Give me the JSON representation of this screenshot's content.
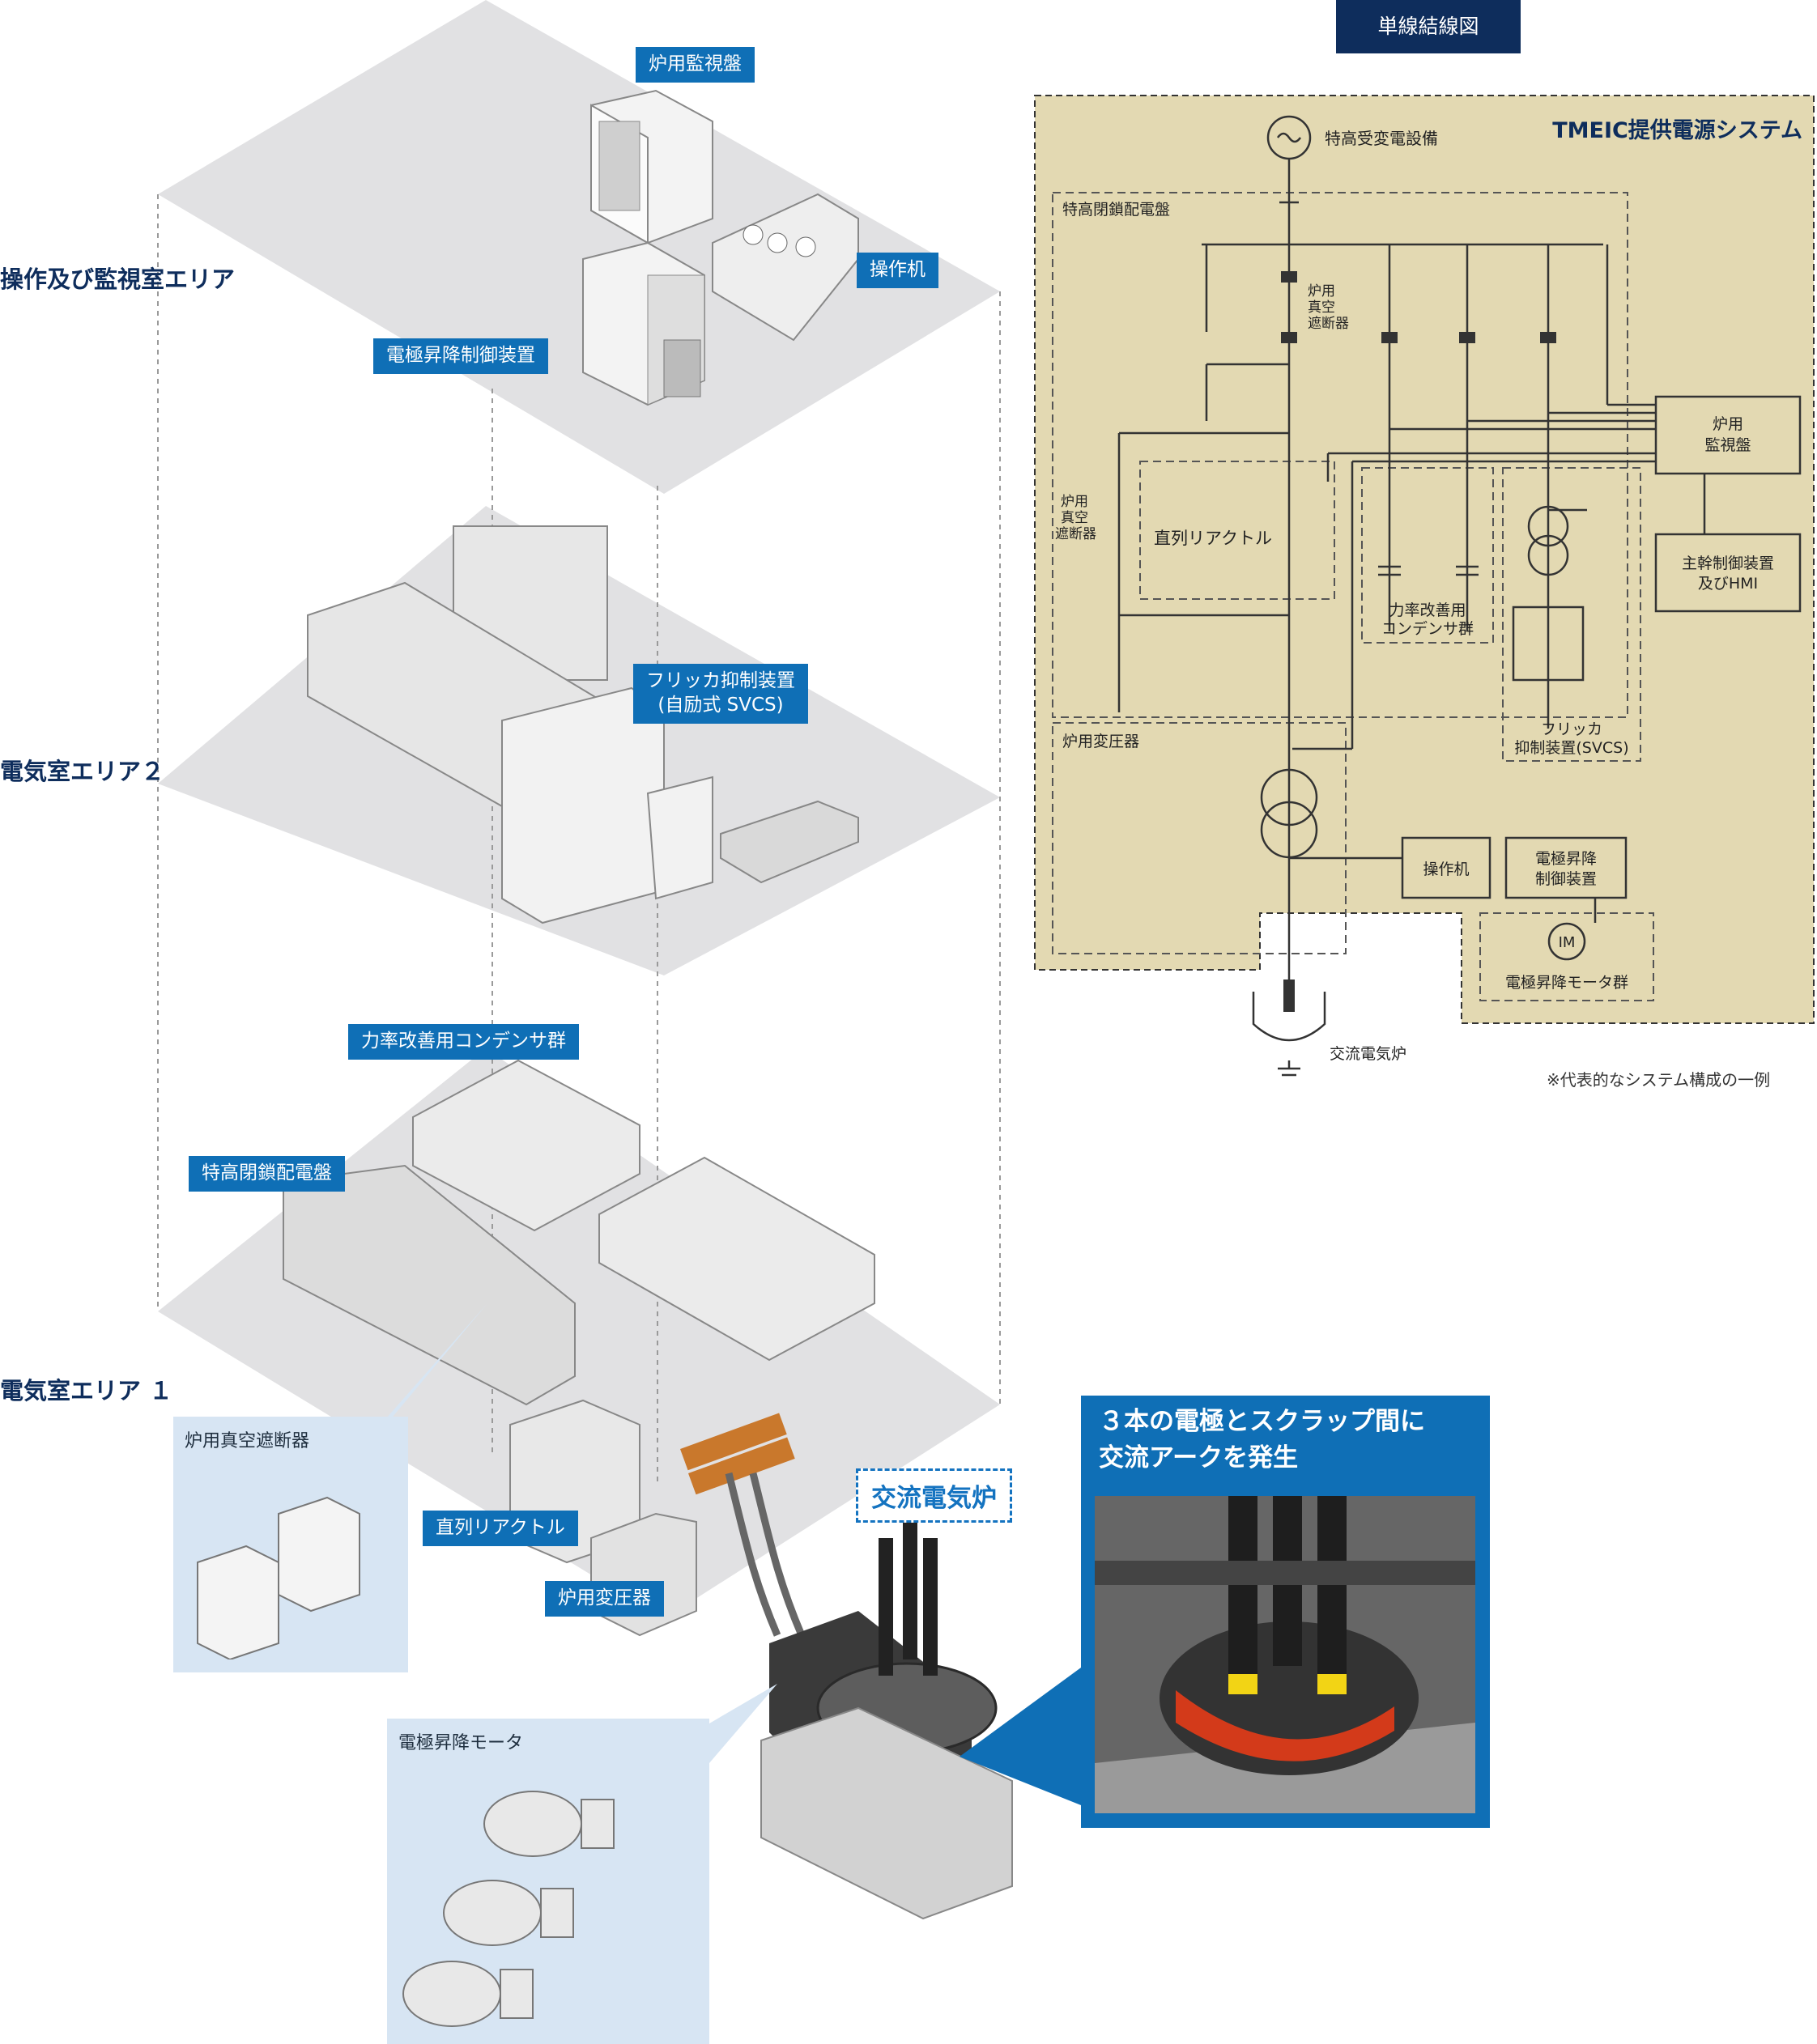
{
  "areas": {
    "control_room": "操作及び監視室エリア",
    "electrical_room_2": "電気室エリア２",
    "electrical_room_1": "電気室エリア １"
  },
  "equipment_labels": {
    "furnace_monitor_panel": "炉用監視盤",
    "operation_desk": "操作机",
    "electrode_control": "電極昇降制御装置",
    "flicker_line1": "フリッカ抑制装置",
    "flicker_line2": "(自励式 SVCS)",
    "capacitor_bank": "力率改善用コンデンサ群",
    "switchgear": "特高閉鎖配電盤",
    "series_reactor": "直列リアクトル",
    "furnace_transformer": "炉用変圧器",
    "ac_furnace": "交流電気炉"
  },
  "insets": {
    "vacuum_breaker": "炉用真空遮断器",
    "electrode_motor": "電極昇降モータ"
  },
  "callout": {
    "line1": "３本の電極とスクラップ間に",
    "line2": "交流アークを発生"
  },
  "schematic": {
    "title": "単線結線図",
    "system_name": "TMEIC提供電源システム",
    "receiving": "特高受変電設備",
    "switchgear": "特高閉鎖配電盤",
    "breaker_top_1": "炉用",
    "breaker_top_2": "真空",
    "breaker_top_3": "遮断器",
    "breaker_left_1": "炉用",
    "breaker_left_2": "真空",
    "breaker_left_3": "遮断器",
    "series_reactor": "直列リアクトル",
    "capacitor_1": "力率改善用",
    "capacitor_2": "コンデンサ群",
    "flicker_1": "フリッカ",
    "flicker_2": "抑制装置(SVCS)",
    "monitor_1": "炉用",
    "monitor_2": "監視盤",
    "master_1": "主幹制御装置",
    "master_2": "及びHMI",
    "transformer": "炉用変圧器",
    "operation_desk": "操作机",
    "electrode_ctrl_1": "電極昇降",
    "electrode_ctrl_2": "制御装置",
    "motor_symbol": "IM",
    "motor_group": "電極昇降モータ群",
    "ac_furnace": "交流電気炉",
    "note": "※代表的なシステム構成の一例"
  },
  "colors": {
    "brand_blue": "#0f6fb6",
    "navy": "#0e2d5c",
    "schematic_bg": "#e3d9b2",
    "floor_grey": "#e1e1e3",
    "inset_bg": "#d7e5f3",
    "arc_red": "#d33a1a",
    "tip_yellow": "#f2d415"
  }
}
